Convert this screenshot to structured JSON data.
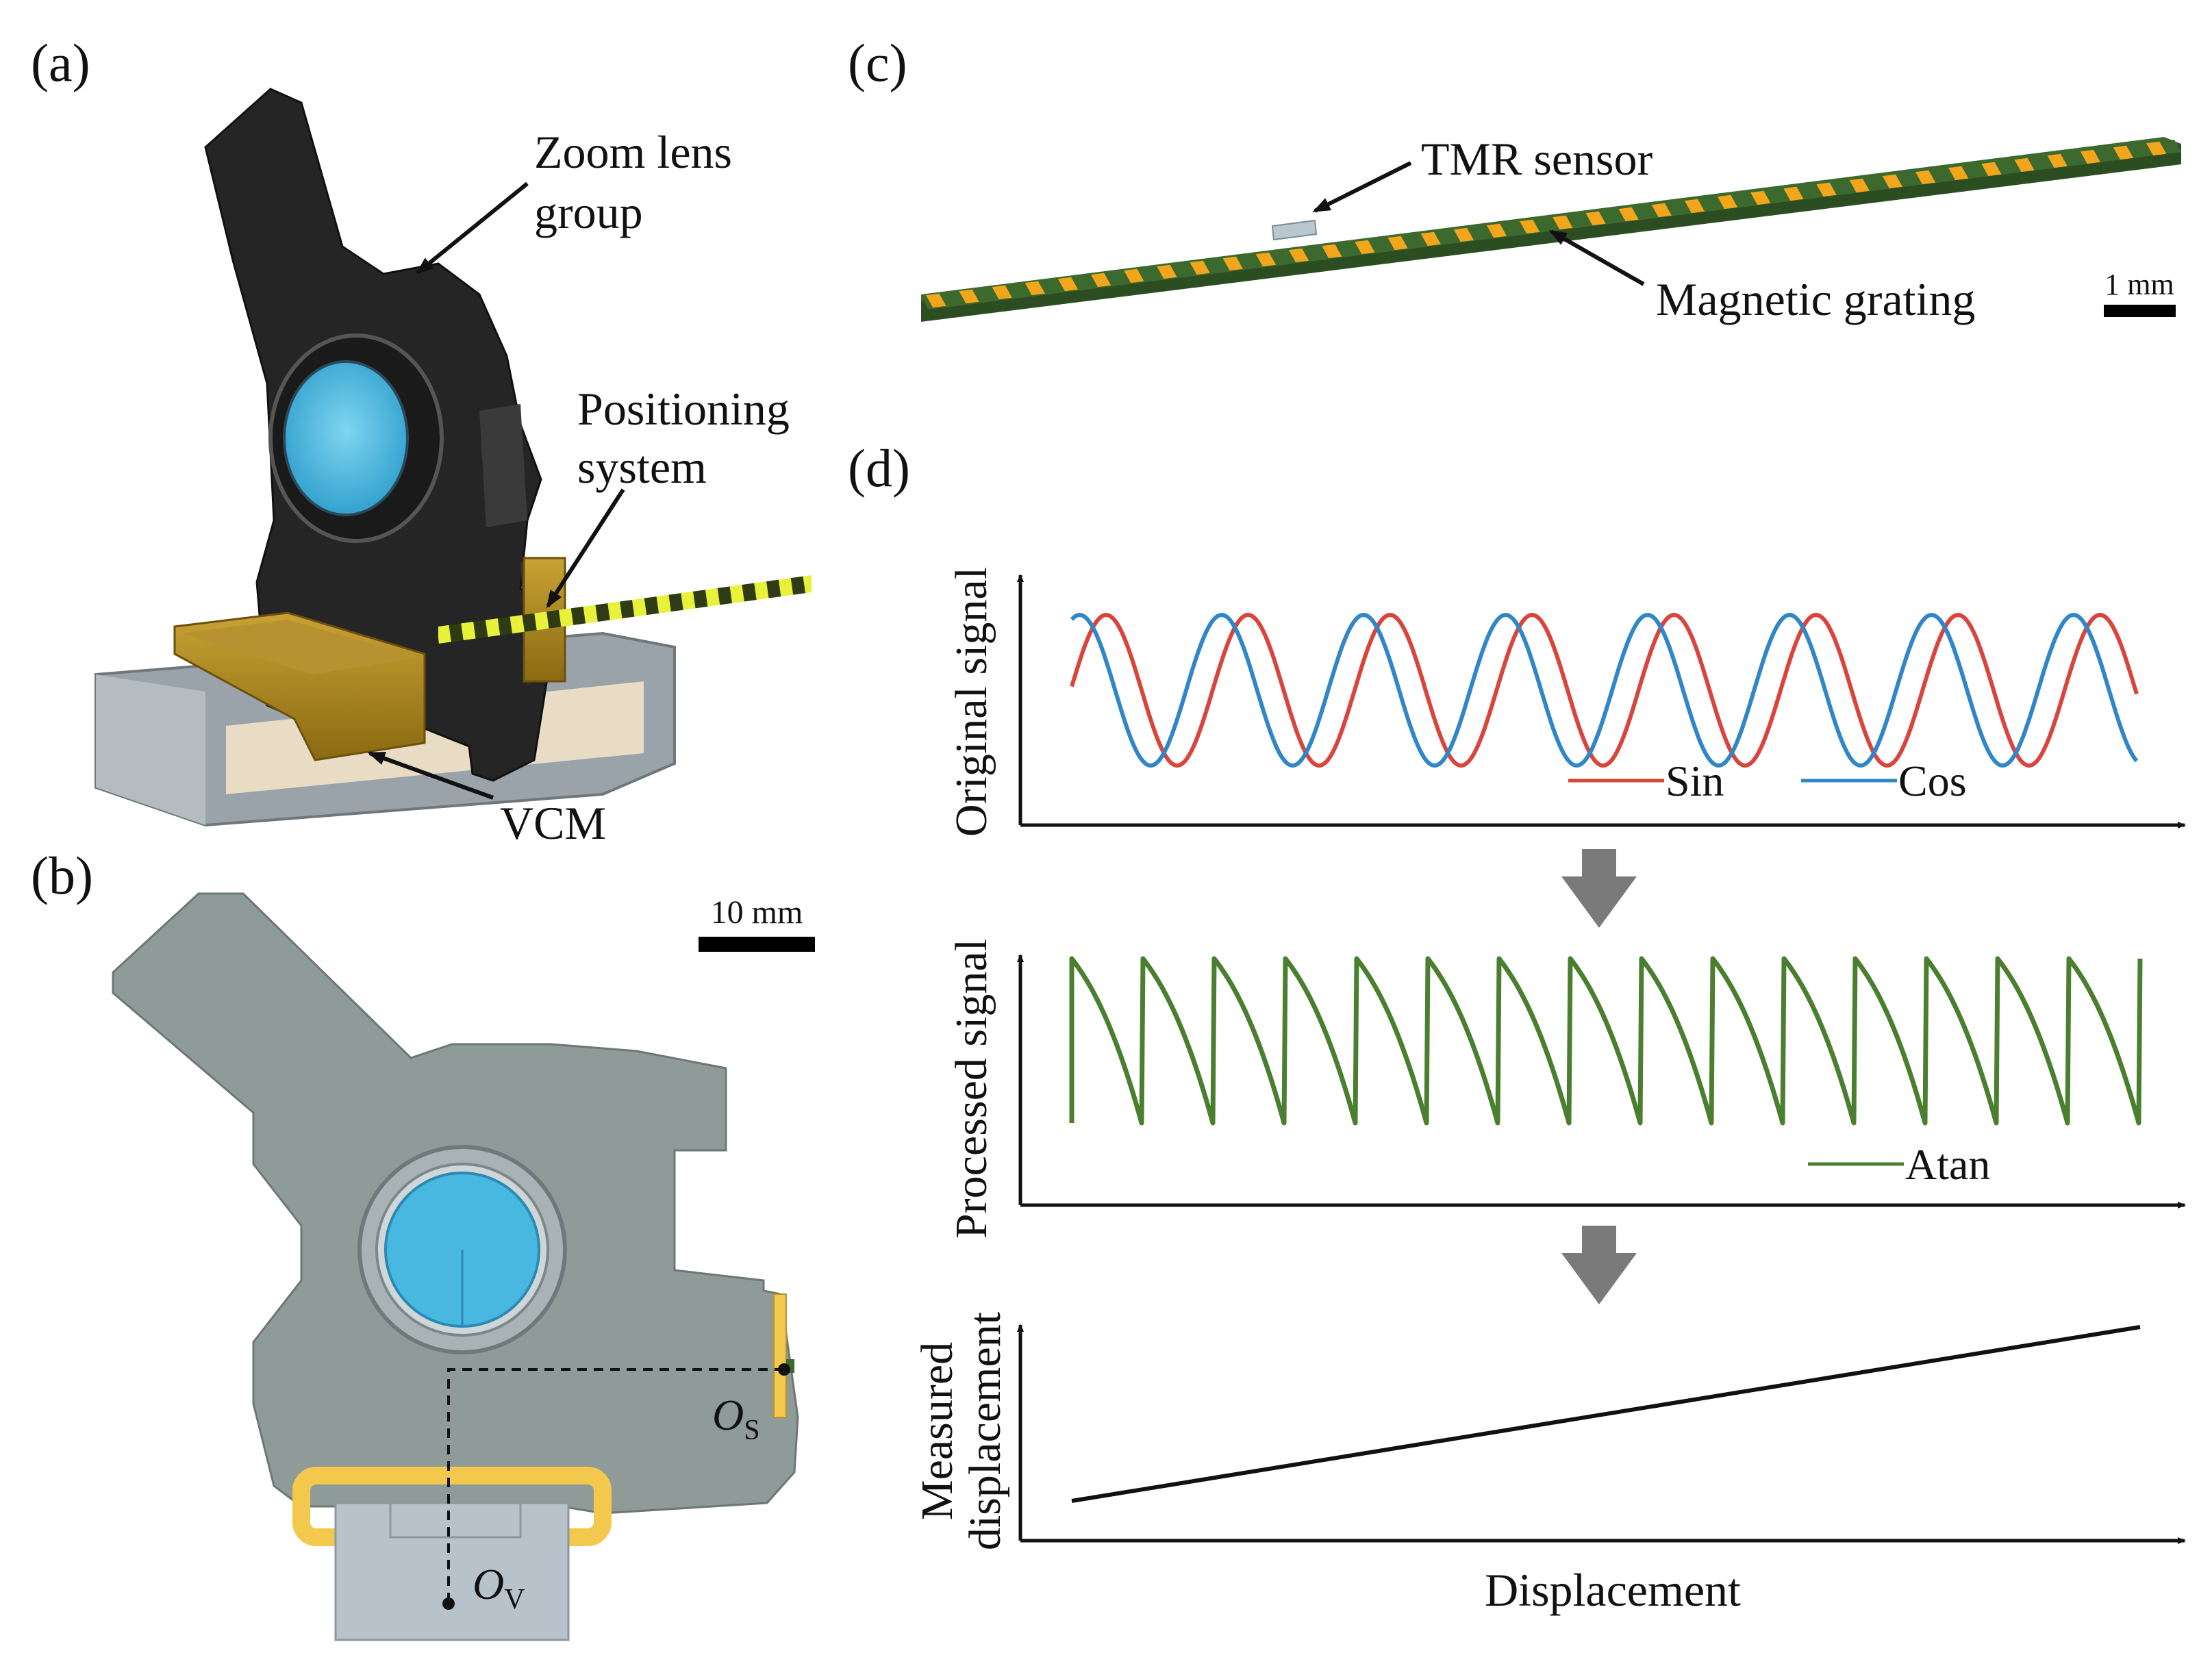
{
  "panels": {
    "a": {
      "label": "(a)",
      "callouts": {
        "zoom_lens_line1": "Zoom lens",
        "zoom_lens_line2": "group",
        "positioning_line1": "Positioning",
        "positioning_line2": "system",
        "vcm": "VCM"
      }
    },
    "b": {
      "label": "(b)",
      "scale_bar": "10 mm",
      "os_main": "O",
      "os_sub": "S",
      "ov_main": "O",
      "ov_sub": "V"
    },
    "c": {
      "label": "(c)",
      "tmr_sensor": "TMR sensor",
      "magnetic_grating": "Magnetic grating",
      "scale_bar": "1 mm"
    },
    "d": {
      "label": "(d)",
      "original_ylabel": "Original signal",
      "processed_ylabel": "Processed signal",
      "measured_ylabel_line1": "Measured",
      "measured_ylabel_line2": "displacement",
      "xlabel": "Displacement",
      "legend_sin": "Sin",
      "legend_cos": "Cos",
      "legend_atan": "Atan"
    }
  },
  "colors": {
    "sin": "#d9453d",
    "cos": "#2f86c8",
    "atan": "#4a7f2f",
    "grating_dark": "#3c6a2e",
    "grating_stripe": "#f3a51c",
    "vcm_gold": "#a07d1c",
    "lens_blue": "#48b8e0",
    "body_dark": "#252525",
    "gray_body": "#8f9b99",
    "coil_yellow": "#f2c94c"
  },
  "chart_data": [
    {
      "type": "line",
      "ylabel": "Original signal",
      "series": [
        {
          "name": "Sin",
          "function": "sin",
          "periods": 7.5
        },
        {
          "name": "Cos",
          "function": "cos",
          "periods": 7.5
        }
      ]
    },
    {
      "type": "line",
      "ylabel": "Processed signal",
      "series": [
        {
          "name": "Atan",
          "function": "sawtooth",
          "periods": 15
        }
      ]
    },
    {
      "type": "line",
      "xlabel": "Displacement",
      "ylabel": "Measured displacement",
      "series": [
        {
          "function": "linear"
        }
      ]
    }
  ],
  "icons": [
    "arrow-down-icon",
    "arrow-down-icon"
  ]
}
